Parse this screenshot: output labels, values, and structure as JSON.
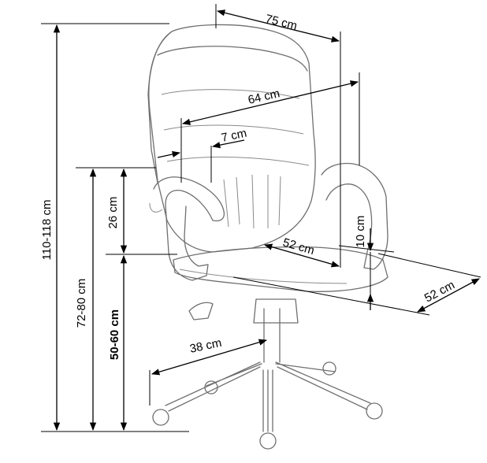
{
  "dimensions": {
    "width": "75 cm",
    "armrest_span": "64 cm",
    "armrest_width": "7 cm",
    "total_height": "110-118 cm",
    "armrest_height": "72-80 cm",
    "seat_height": "50-60 cm",
    "armrest_above_seat": "26 cm",
    "seat_thickness": "10 cm",
    "seat_width": "52 cm",
    "seat_depth": "52 cm",
    "base_radius": "38 cm"
  }
}
